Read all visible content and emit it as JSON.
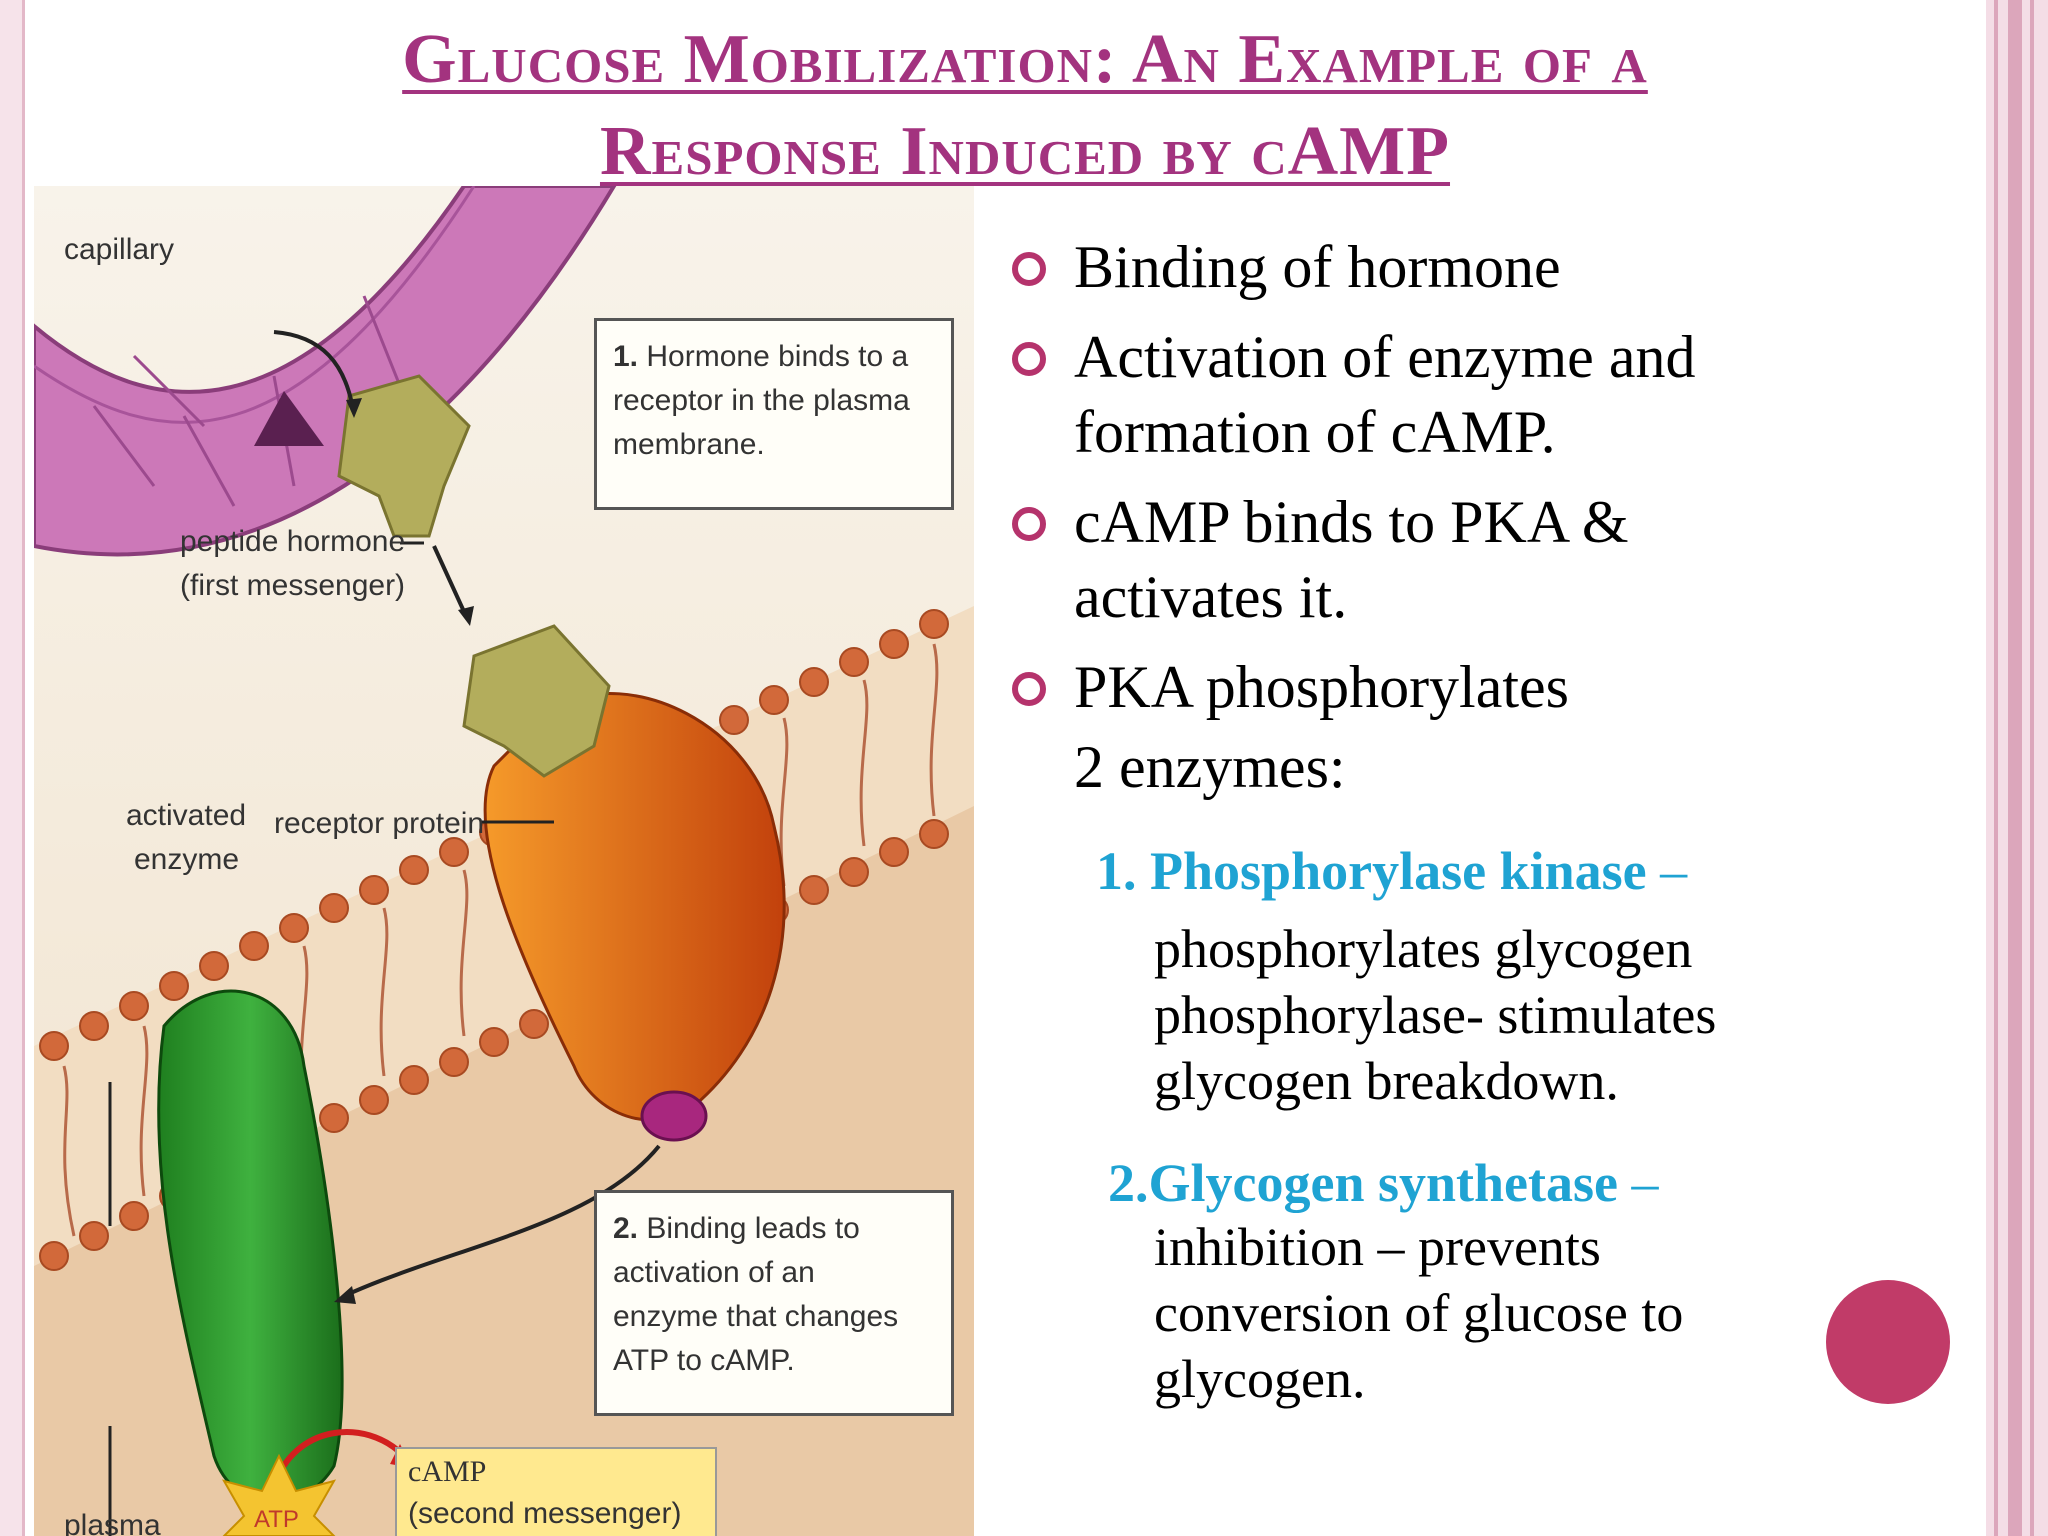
{
  "title": {
    "line1": "Glucose Mobilization: An Example of a",
    "line2": "Response Induced by cAMP"
  },
  "figure": {
    "labels": {
      "capillary": "capillary",
      "peptide_hormone": "peptide hormone",
      "first_messenger": "(first messenger)",
      "activated_1": "activated",
      "activated_2": "enzyme",
      "receptor_protein": "receptor protein",
      "camp": "cAMP",
      "second_messenger": "(second messenger)",
      "atp": "ATP",
      "plasma_partial": "plasma"
    },
    "box1": {
      "num": "1.",
      "text": "Hormone binds to a\nreceptor in the plasma\nmembrane."
    },
    "box2": {
      "num": "2.",
      "text": "Binding leads to\nactivation of an\nenzyme that changes\nATP to cAMP."
    },
    "colors": {
      "capillary": "#cc78b8",
      "hormone": "#b3ad5c",
      "receptor": "#e0681a",
      "enzyme": "#2e9a2e",
      "membrane": "#d9946a"
    }
  },
  "bullets": [
    "Binding of hormone",
    "Activation of enzyme and\nformation of cAMP.",
    "cAMP binds to PKA &\nactivates it.",
    "PKA phosphorylates"
  ],
  "bullet4_cont": "2 enzymes:",
  "enzymes": [
    {
      "head": "1. Phosphorylase kinase ",
      "dash": " –",
      "body": "phosphorylates glycogen\nphosphorylase- stimulates\nglycogen breakdown."
    },
    {
      "head": "2.Glycogen synthetase",
      "dash": " –",
      "body": "inhibition – prevents\nconversion of glucose to\nglycogen."
    }
  ]
}
